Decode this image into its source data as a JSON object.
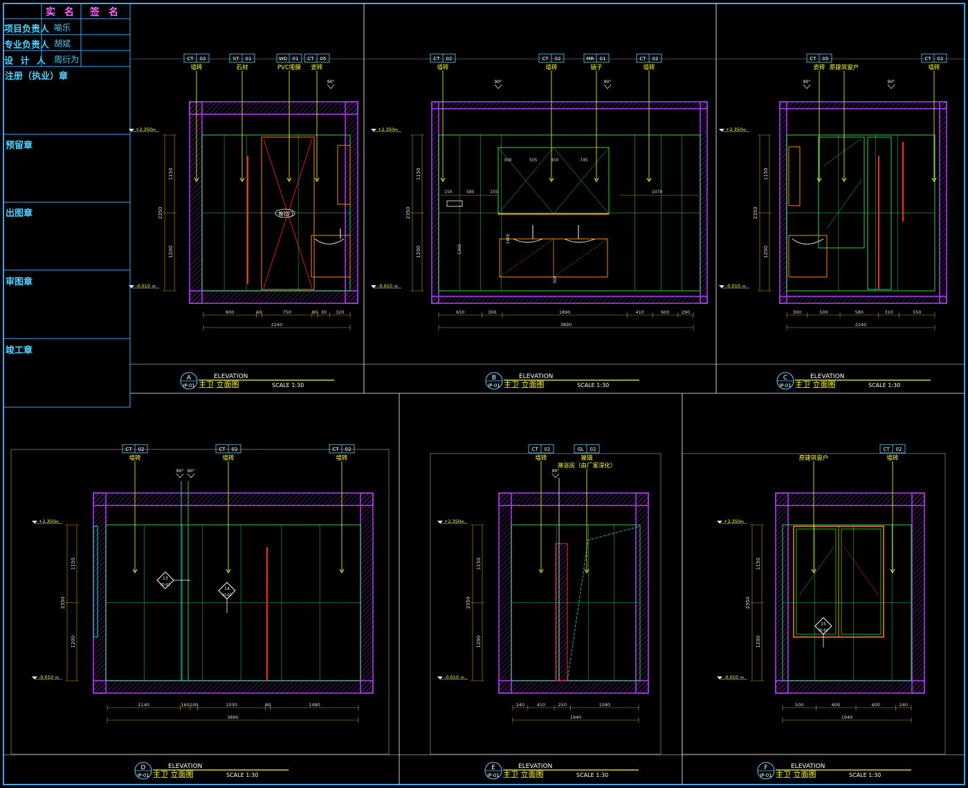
{
  "title_block": {
    "header_name": "实 名",
    "header_sign": "签 名",
    "rows": [
      {
        "role": "项目负责人",
        "name": "喻乐"
      },
      {
        "role": "专业负责人",
        "name": "胡斌"
      },
      {
        "role": "设 计 人",
        "name": "周衍为"
      }
    ],
    "stamps": [
      "注册（执业）章",
      "预留章",
      "出图章",
      "审图章",
      "竣工章"
    ]
  },
  "common": {
    "heading": "ELEVATION",
    "subtitle": "主卫 立面图",
    "scale": "SCALE 1:30",
    "sheet_ref": "IP-01",
    "top_level": "+2.350",
    "floor_level": "-0.010",
    "level_unit": "m",
    "angle": "90°",
    "height_dims": [
      "1150",
      "2350",
      "1200"
    ]
  },
  "elevations": [
    {
      "letter": "A",
      "tags": [
        {
          "code": "CT",
          "num": "02",
          "label": "墙砖"
        },
        {
          "code": "ST",
          "num": "01",
          "label": "石材"
        },
        {
          "code": "WD",
          "num": "01",
          "label": "PVC哑膜"
        },
        {
          "code": "CT",
          "num": "05",
          "label": "瓷砖"
        }
      ],
      "door_label": "推拉门",
      "dims_bottom": [
        "800",
        "60",
        "750",
        "80",
        "30",
        "320"
      ],
      "total_width": "2240"
    },
    {
      "letter": "B",
      "tags": [
        {
          "code": "CT",
          "num": "02",
          "label": "墙砖"
        },
        {
          "code": "CT",
          "num": "02",
          "label": "墙砖"
        },
        {
          "code": "MR",
          "num": "01",
          "label": "镜子"
        },
        {
          "code": "CT",
          "num": "02",
          "label": "墙砖"
        }
      ],
      "dims_inner": [
        "150",
        "585",
        "155",
        "300",
        "505",
        "450",
        "745",
        "1070",
        "1300",
        "1400",
        "300",
        "390"
      ],
      "dims_bottom": [
        "650",
        "300",
        "1890",
        "410",
        "600",
        "290"
      ],
      "total_width": "3890"
    },
    {
      "letter": "C",
      "tags": [
        {
          "code": "CT",
          "num": "05",
          "label": "瓷砖"
        },
        {
          "code": "",
          "num": "",
          "label": "原建筑窗户"
        },
        {
          "code": "CT",
          "num": "02",
          "label": "墙砖"
        }
      ],
      "dims_bottom": [
        "300",
        "500",
        "580",
        "310",
        "550"
      ],
      "total_width": "2240"
    },
    {
      "letter": "D",
      "tags": [
        {
          "code": "CT",
          "num": "02",
          "label": "墙砖"
        },
        {
          "code": "CT",
          "num": "02",
          "label": "墙砖"
        },
        {
          "code": "CT",
          "num": "02",
          "label": "墙砖"
        }
      ],
      "markers": [
        "13",
        "14"
      ],
      "marker_ref": "IO-02",
      "dims_bottom": [
        "1140",
        "160",
        "100",
        "1030",
        "80",
        "1480"
      ],
      "total_width": "3890"
    },
    {
      "letter": "E",
      "tags": [
        {
          "code": "CT",
          "num": "02",
          "label": "墙砖"
        },
        {
          "code": "GL",
          "num": "02",
          "label": "玻璃\n淋浴房（由厂家深化）"
        }
      ],
      "dims_bottom": [
        "240",
        "410",
        "250",
        "1080"
      ],
      "total_width": "1940"
    },
    {
      "letter": "F",
      "tags": [
        {
          "code": "",
          "num": "",
          "label": "原建筑窗户"
        },
        {
          "code": "CT",
          "num": "02",
          "label": "墙砖"
        }
      ],
      "markers": [
        "15"
      ],
      "marker_ref": "IO-02",
      "dims_bottom": [
        "500",
        "600",
        "600",
        "240"
      ],
      "total_width": "1940"
    }
  ]
}
